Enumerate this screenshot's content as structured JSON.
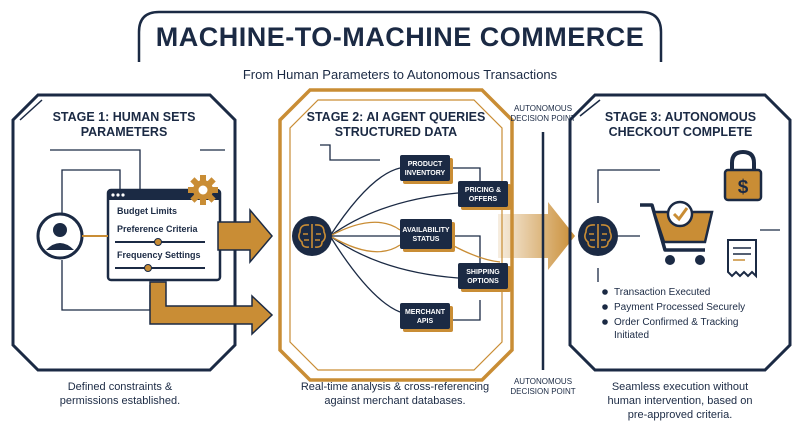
{
  "header": {
    "title": "MACHINE-TO-MACHINE COMMERCE",
    "subtitle": "From Human Parameters to Autonomous Transactions"
  },
  "stage1": {
    "title_line1": "STAGE 1: HUMAN SETS",
    "title_line2": "PARAMETERS",
    "panel_items": [
      "Budget Limits",
      "Preference Criteria",
      "Frequency Settings"
    ],
    "caption_line1": "Defined constraints &",
    "caption_line2": "permissions established."
  },
  "stage2": {
    "title_line1": "STAGE 2: AI AGENT QUERIES",
    "title_line2": "STRUCTURED DATA",
    "nodes": [
      {
        "line1": "PRODUCT",
        "line2": "INVENTORY"
      },
      {
        "line1": "PRICING &",
        "line2": "OFFERS"
      },
      {
        "line1": "AVAILABILITY",
        "line2": "STATUS"
      },
      {
        "line1": "SHIPPING",
        "line2": "OPTIONS"
      },
      {
        "line1": "MERCHANT",
        "line2": "APIS"
      }
    ],
    "caption_line1": "Real-time analysis & cross-referencing",
    "caption_line2": "against merchant databases."
  },
  "decision_point": {
    "top_line1": "AUTONOMOUS",
    "top_line2": "DECISION POINT",
    "bottom_line1": "AUTONOMOUS",
    "bottom_line2": "DECISION POINT"
  },
  "stage3": {
    "title_line1": "STAGE 3: AUTONOMOUS",
    "title_line2": "CHECKOUT COMPLETE",
    "bullets": [
      "Transaction Executed",
      "Payment Processed Securely",
      "Order Confirmed & Tracking",
      "Initiated"
    ],
    "caption_line1": "Seamless execution without",
    "caption_line2": "human intervention, based on",
    "caption_line3": "pre-approved criteria."
  },
  "colors": {
    "navy": "#1b2a44",
    "gold": "#c98d35",
    "light_gold": "#f2d9b0"
  },
  "icons": [
    "user-icon",
    "gear-icon",
    "brain-icon",
    "shopping-cart-icon",
    "checkmark-icon",
    "padlock-dollar-icon",
    "receipt-icon"
  ]
}
